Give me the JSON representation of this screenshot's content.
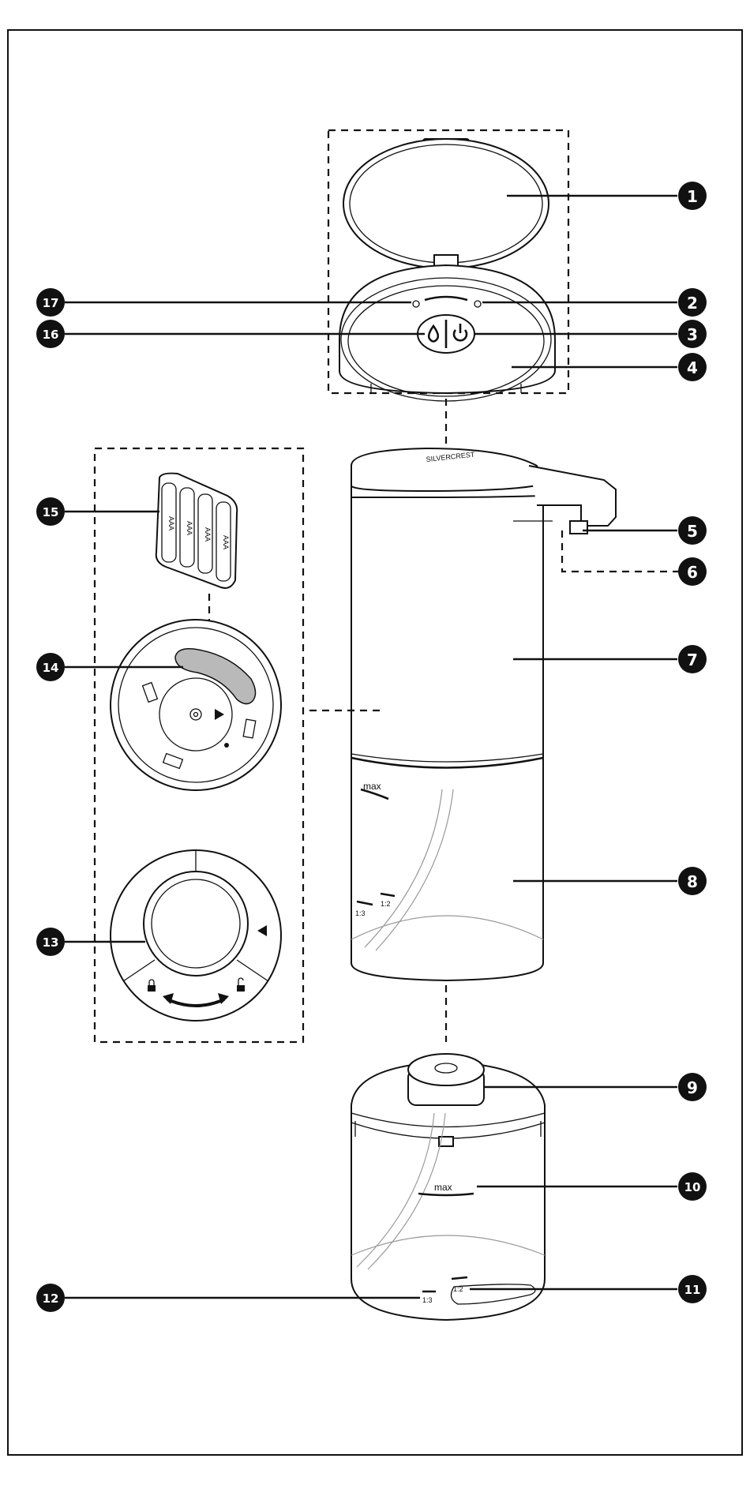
{
  "callouts": [
    "1",
    "2",
    "3",
    "4",
    "5",
    "6",
    "7",
    "8",
    "9",
    "10",
    "11",
    "12",
    "13",
    "14",
    "15",
    "16",
    "17"
  ],
  "battery_labels": [
    "AAA",
    "AAA",
    "AAA",
    "AAA"
  ],
  "markings": {
    "max_upper": "max",
    "ratio_13_upper": "1:3",
    "ratio_12_upper": "1:2",
    "max_lower": "max",
    "ratio_12_lower": "1:2",
    "ratio_13_lower": "1:3",
    "brand": "SILVERCREST"
  },
  "icons": {
    "soap_drop": "soap-drop-icon",
    "power": "power-icon",
    "lock": "lock-icon",
    "unlock": "unlock-icon",
    "arrow": "triangle-arrow-icon"
  }
}
